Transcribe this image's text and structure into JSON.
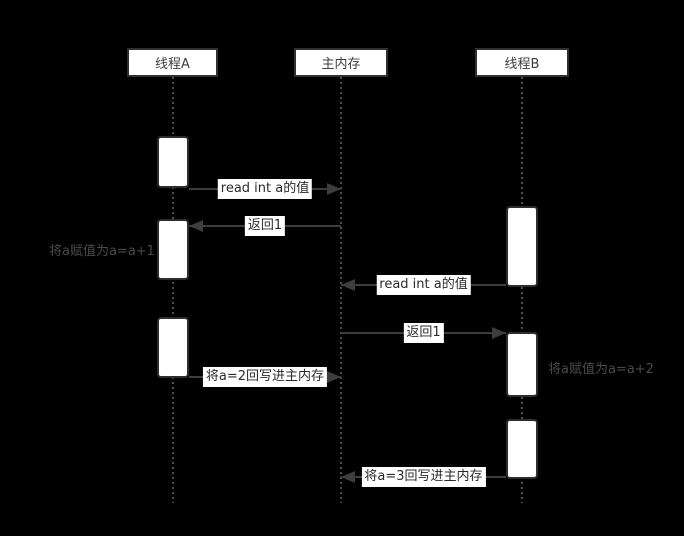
{
  "diagram": {
    "type": "sequence-diagram",
    "background": "#000000",
    "colors": {
      "box_fill": "#ffffff",
      "box_border": "#303030",
      "arrow_line": "#3d3d3d",
      "lifeline_dots": "#4f4f4f",
      "message_text": "#2b2b2b",
      "note_text": "#4a4a4a"
    },
    "participants": [
      {
        "id": "thread-a",
        "label": "线程A"
      },
      {
        "id": "main-memory",
        "label": "主内存"
      },
      {
        "id": "thread-b",
        "label": "线程B"
      }
    ],
    "messages": [
      {
        "label": "read int a的值",
        "from": "线程A",
        "to": "主内存",
        "direction": "right"
      },
      {
        "label": "返回1",
        "from": "主内存",
        "to": "线程A",
        "direction": "left"
      },
      {
        "label": "read int a的值",
        "from": "线程B",
        "to": "主内存",
        "direction": "left"
      },
      {
        "label": "返回1",
        "from": "主内存",
        "to": "线程B",
        "direction": "right"
      },
      {
        "label": "将a=2回写进主内存",
        "from": "线程A",
        "to": "主内存",
        "direction": "right"
      },
      {
        "label": "将a=3回写进主内存",
        "from": "线程B",
        "to": "主内存",
        "direction": "left"
      }
    ],
    "notes": [
      {
        "label": "将a赋值为a=a+1",
        "attached_to": "线程A",
        "side": "left"
      },
      {
        "label": "将a赋值为a=a+2",
        "attached_to": "线程B",
        "side": "right"
      }
    ]
  }
}
